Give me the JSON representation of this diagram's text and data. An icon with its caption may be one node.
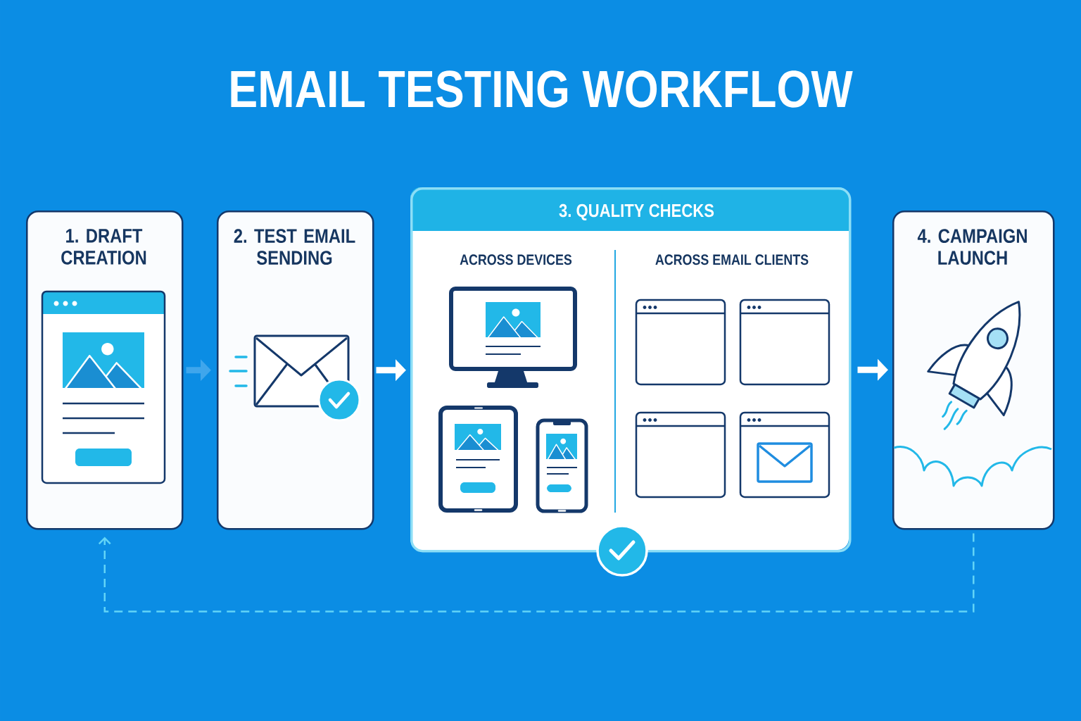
{
  "diagram": {
    "title": "EMAIL TESTING WORKFLOW",
    "nodes": [
      {
        "text": [
          "1. DRAFT CREATION"
        ]
      },
      {
        "text": [
          "2. TEST EMAIL SENDING"
        ]
      },
      {
        "text": [
          "3. QUALITY CHECKS",
          "ACROSS DEVICES",
          "ACROSS EMAIL CLIENTS"
        ]
      },
      {
        "text": [
          "4. CAMPAIGN LAUNCH"
        ]
      }
    ],
    "edges": [
      {
        "from": 0,
        "to": 1,
        "arrow": "to",
        "color": "#3fa6ec"
      },
      {
        "from": 1,
        "to": 2,
        "arrow": "to"
      },
      {
        "from": 2,
        "to": 3,
        "arrow": "to"
      },
      {
        "from": 3,
        "to": 0,
        "arrow": "to",
        "style": "dashed",
        "color": "#62d4f7"
      }
    ]
  }
}
